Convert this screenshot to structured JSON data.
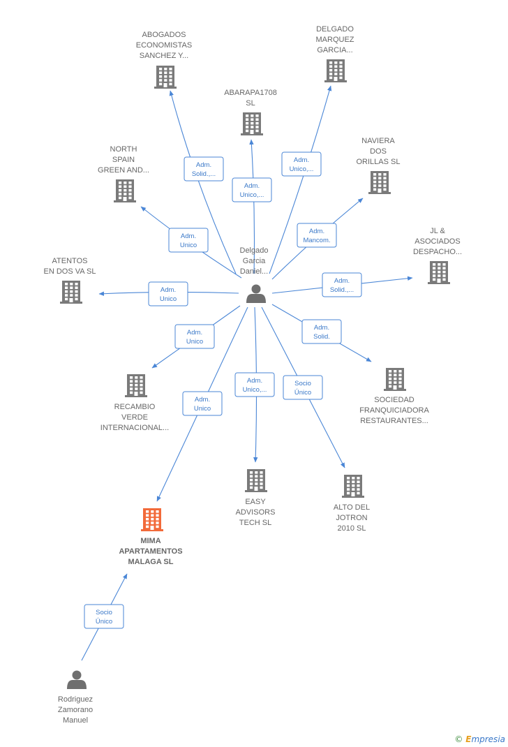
{
  "colors": {
    "edge": "#4a86d6",
    "building": "#7a7a7a",
    "building_focus": "#f26a3a",
    "person": "#6f6f6f",
    "label": "#666666"
  },
  "nodes": [
    {
      "id": "delgado",
      "type": "person",
      "lines": [
        "Delgado",
        "Garcia",
        "Daniel..."
      ]
    },
    {
      "id": "abogados",
      "type": "company",
      "lines": [
        "ABOGADOS",
        "ECONOMISTAS",
        "SANCHEZ Y..."
      ]
    },
    {
      "id": "delgado_marquez",
      "type": "company",
      "lines": [
        "DELGADO",
        "MARQUEZ",
        "GARCIA..."
      ]
    },
    {
      "id": "abarapa",
      "type": "company",
      "lines": [
        "ABARAPA1708",
        "SL"
      ]
    },
    {
      "id": "north_spain",
      "type": "company",
      "lines": [
        "NORTH",
        "SPAIN",
        "GREEN AND..."
      ]
    },
    {
      "id": "naviera",
      "type": "company",
      "lines": [
        "NAVIERA",
        "DOS",
        "ORILLAS  SL"
      ]
    },
    {
      "id": "jl_asociados",
      "type": "company",
      "lines": [
        "JL &",
        "ASOCIADOS",
        "DESPACHO..."
      ]
    },
    {
      "id": "atentos",
      "type": "company",
      "lines": [
        "ATENTOS",
        "EN DOS VA  SL"
      ]
    },
    {
      "id": "recambio",
      "type": "company",
      "lines": [
        "RECAMBIO",
        "VERDE",
        "INTERNACIONAL..."
      ]
    },
    {
      "id": "sociedad",
      "type": "company",
      "lines": [
        "SOCIEDAD",
        "FRANQUICIADORA",
        "RESTAURANTES..."
      ]
    },
    {
      "id": "easy",
      "type": "company",
      "lines": [
        "EASY",
        "ADVISORS",
        "TECH  SL"
      ]
    },
    {
      "id": "alto",
      "type": "company",
      "lines": [
        "ALTO DEL",
        "JOTRON",
        "2010 SL"
      ]
    },
    {
      "id": "mima",
      "type": "company",
      "focus": true,
      "lines": [
        "MIMA",
        "APARTAMENTOS",
        "MALAGA  SL"
      ]
    },
    {
      "id": "rodriguez",
      "type": "person",
      "lines": [
        "Rodriguez",
        "Zamorano",
        "Manuel"
      ]
    }
  ],
  "edges": [
    {
      "from": "delgado",
      "to": "abogados",
      "lines": [
        "Adm.",
        "Solid.,..."
      ]
    },
    {
      "from": "delgado",
      "to": "abarapa",
      "lines": [
        "Adm.",
        "Unico,..."
      ]
    },
    {
      "from": "delgado",
      "to": "delgado_marquez",
      "lines": [
        "Adm.",
        "Unico,..."
      ]
    },
    {
      "from": "delgado",
      "to": "north_spain",
      "lines": [
        "Adm.",
        "Unico"
      ]
    },
    {
      "from": "delgado",
      "to": "naviera",
      "lines": [
        "Adm.",
        "Mancom."
      ]
    },
    {
      "from": "delgado",
      "to": "jl_asociados",
      "lines": [
        "Adm.",
        "Solid.,..."
      ]
    },
    {
      "from": "delgado",
      "to": "atentos",
      "lines": [
        "Adm.",
        "Unico"
      ]
    },
    {
      "from": "delgado",
      "to": "sociedad",
      "lines": [
        "Adm.",
        "Solid."
      ]
    },
    {
      "from": "delgado",
      "to": "recambio",
      "lines": [
        "Adm.",
        "Unico"
      ]
    },
    {
      "from": "delgado",
      "to": "easy",
      "lines": [
        "Adm.",
        "Unico,..."
      ]
    },
    {
      "from": "delgado",
      "to": "alto",
      "lines": [
        "Socio",
        "Único"
      ]
    },
    {
      "from": "delgado",
      "to": "mima",
      "lines": [
        "Adm.",
        "Unico"
      ]
    },
    {
      "from": "rodriguez",
      "to": "mima",
      "lines": [
        "Socio",
        "Único"
      ]
    }
  ],
  "brand": {
    "symbol": "©",
    "e": "E",
    "rest": "mpresia"
  }
}
